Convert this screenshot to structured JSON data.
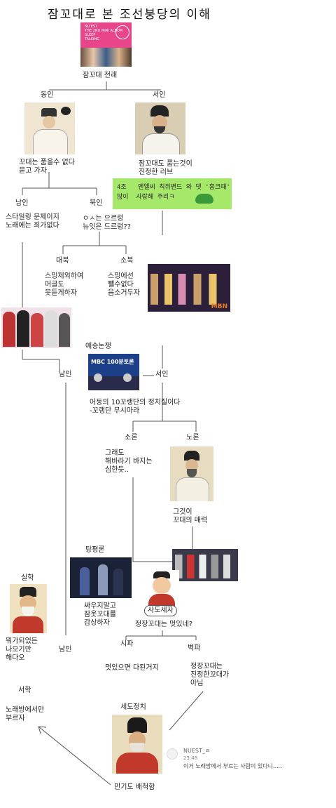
{
  "title": "잠꼬대로 본 조선붕당의 이해",
  "nodes": {
    "root": "잠꼬대 전래",
    "dongin": "동인",
    "seoin_top": "서인",
    "dongin_note": "꼬대는 품을수 없다\n묻고 가자",
    "seoin_note": "잠꼬대도 품는것이\n진정한 러브",
    "namin_top": "남인",
    "bukin": "북인",
    "namin_top_note": "스타일링 문제이지\n노래에는 죄가없다",
    "bukin_note": "ㅇㅅ는 으르렁\n뉴잇은 드르렁??",
    "handwriting": "4조   엔엘씨 칙쥐밴드 와 뎃 '흥크때' 2\n많이  사랑해 주리ㅋ",
    "daebuk": "대북",
    "sobuk": "소북",
    "daebuk_note": "스밍제외하여\n머글도\n못듣게하자",
    "sobuk_note": "스밍에선\n뺄수없다\n음소거두자",
    "yesong": "예송논쟁",
    "namin_mid": "남인",
    "seoin_mid": "서인",
    "yesong_note": "어둥의 10꼬랭단의 정치질이다\n-꼬랭단 무시마라",
    "soron": "소론",
    "noron": "노론",
    "soron_note": "그래도\n해바라기 바지는\n심한듯..",
    "noron_note": "그것이\n꼬대의 매력",
    "tangpyeong": "탕평론",
    "tangpyeong_note": "싸우지말고\n잠옷꼬대를\n감상하자",
    "sado": "사도세자",
    "sado_note": "정장꼬대는 멋있네?",
    "sipa": "시파",
    "byeokpa": "벽파",
    "sipa_note": "멋있으면 다된거지",
    "byeokpa_note": "정장꼬대는\n진정한꼬대가\n아님",
    "silhak": "실학",
    "silhak_note": "뭐가되었든\n나오기만\n해다오",
    "namin_low": "남인",
    "seohak": "서학",
    "seohak_note": "노래방에서만\n부르자",
    "sedo": "세도정치",
    "sedo_note": "민기도 배척함"
  },
  "comment": {
    "user": "NUEST_ㄹ",
    "time": "23:48",
    "text": "이거 노래방에서 부르는 사람이 있다니....."
  },
  "photo_texts": {
    "album_lines": "NU'EST\nTHE 2ND MINI ALBUM\nSLEEP\nTALKING",
    "mbc_banner": "MBC 100분토론",
    "mbn": "MBN"
  },
  "colors": {
    "brush_bg": "#a6e86a",
    "sado_badge": "#ffffff",
    "robe_red": "#c0392b",
    "paper": "#e8dcc0"
  }
}
